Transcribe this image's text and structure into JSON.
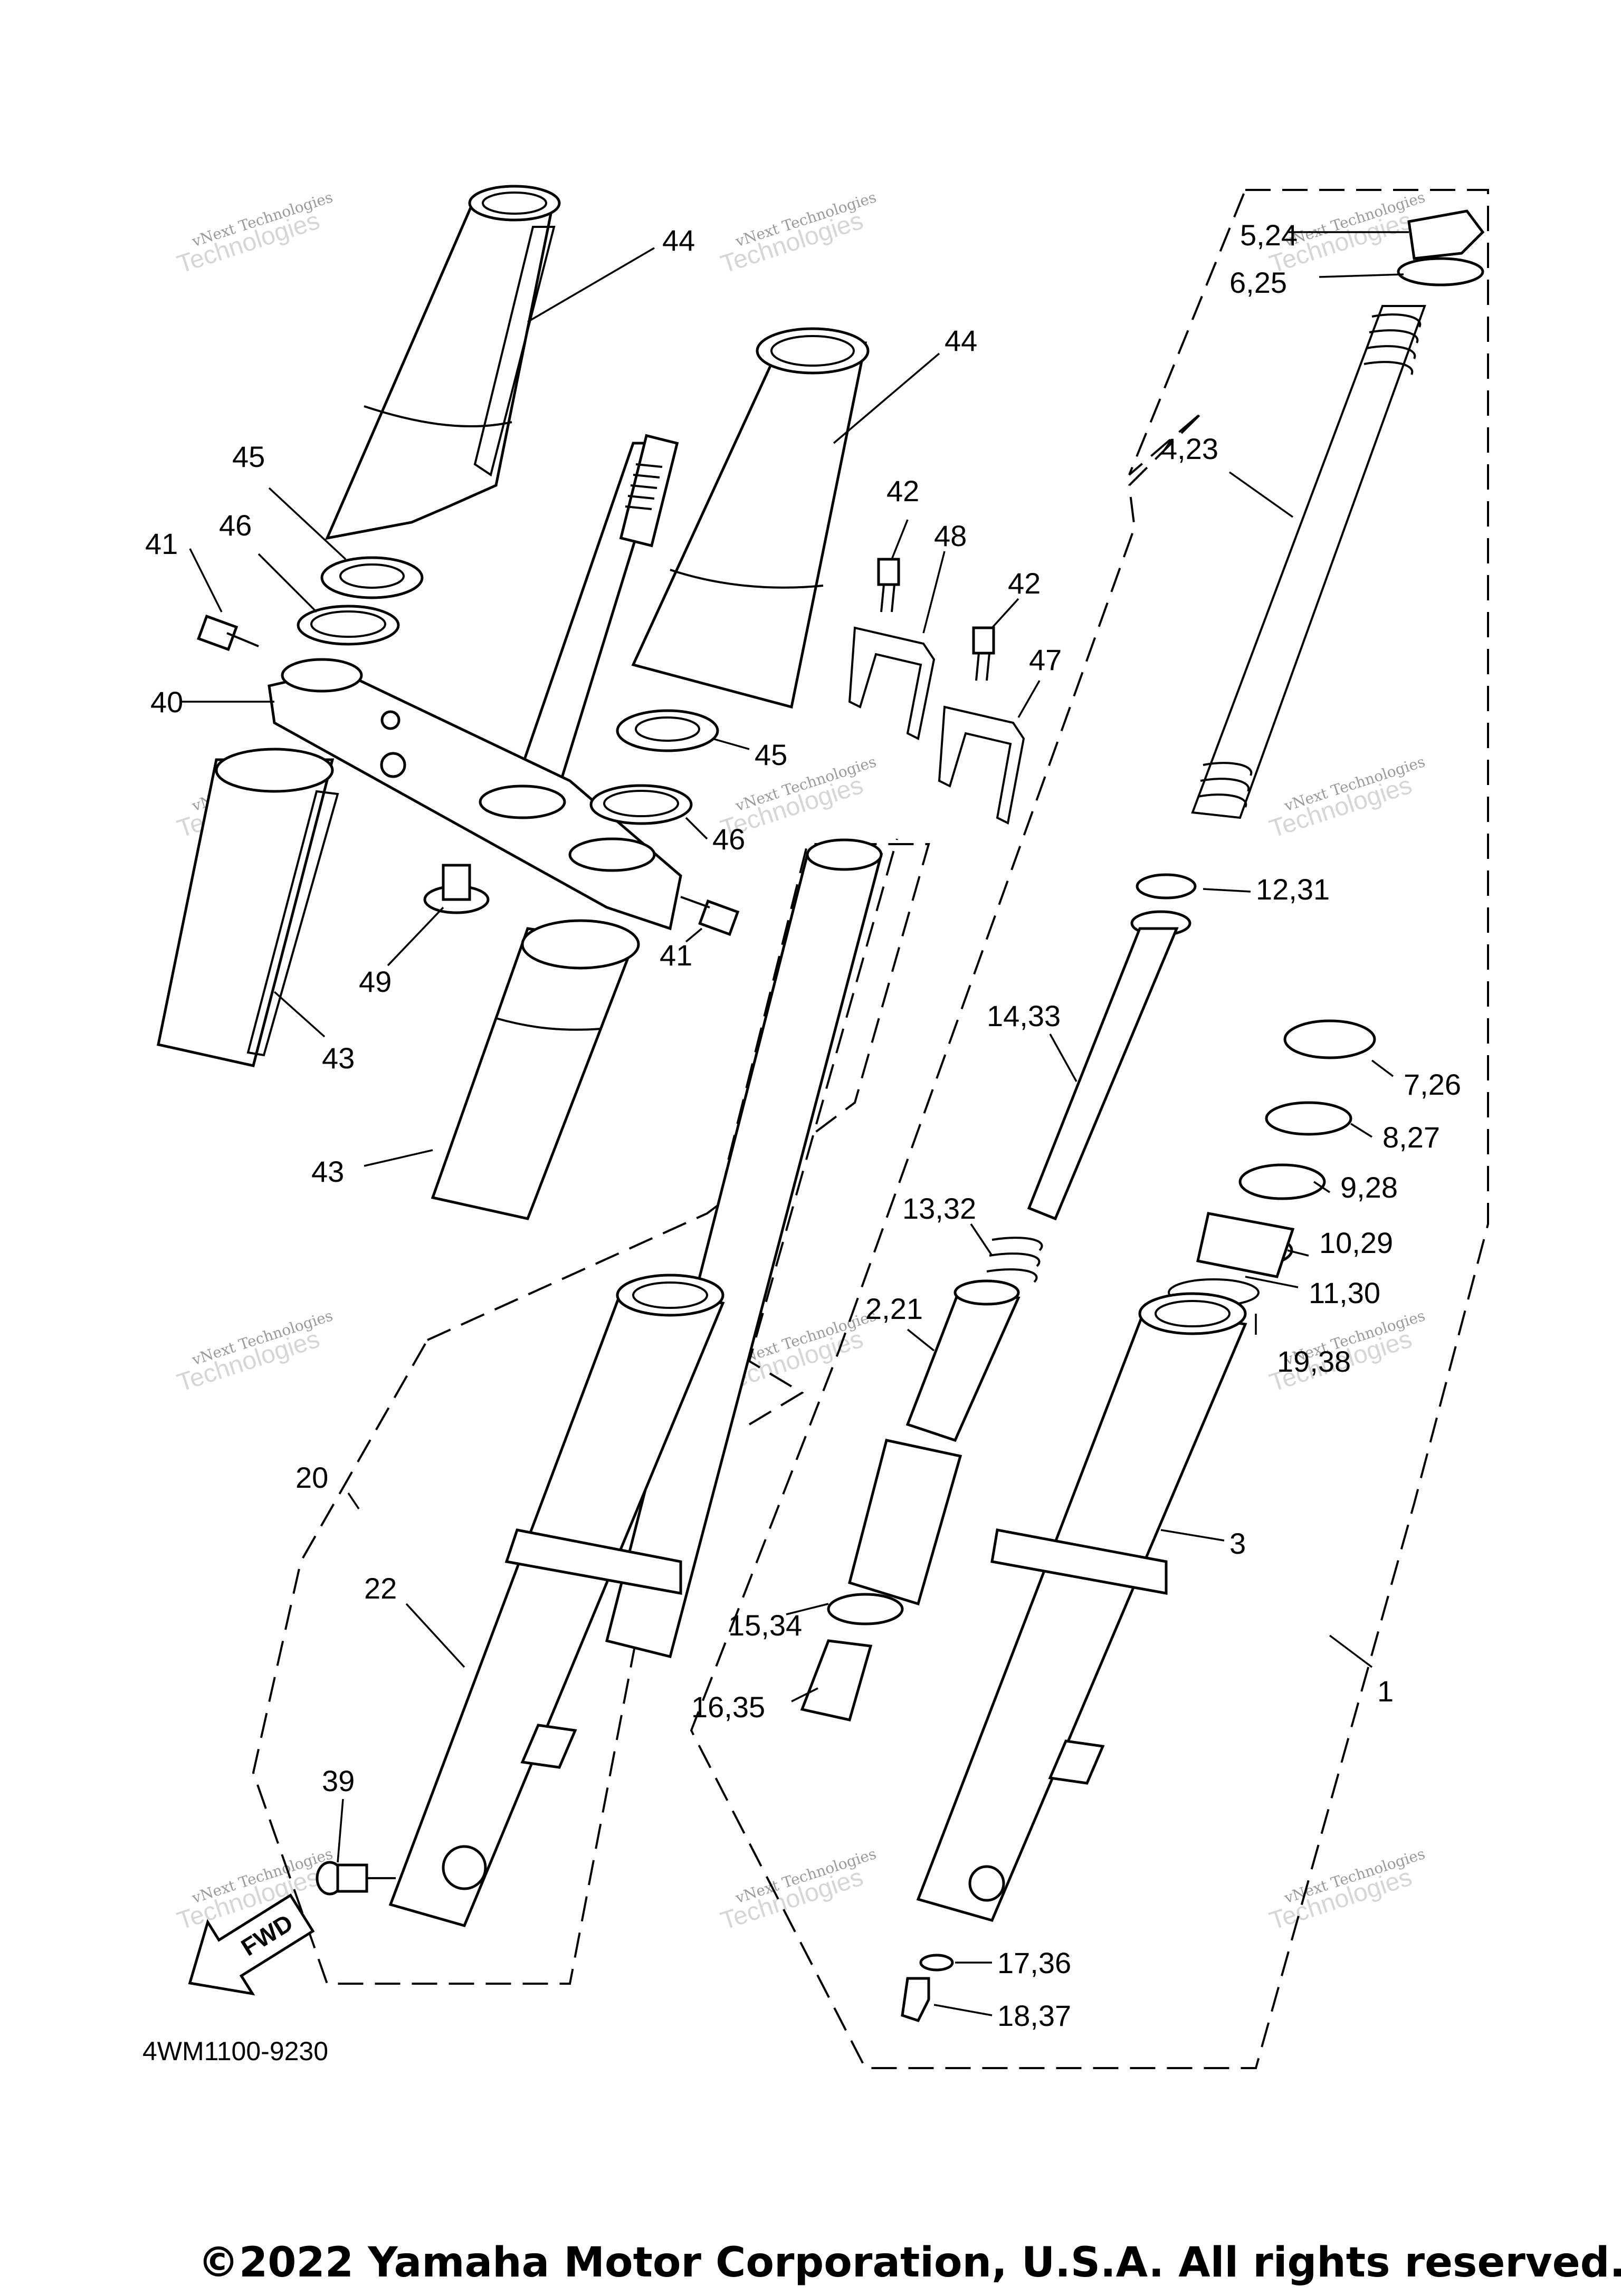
{
  "diagram": {
    "drawing_code": "4WM1100-9230",
    "copyright": "©2022 Yamaha Motor Corporation, U.S.A. All rights reserved.",
    "direction_marker": "FWD",
    "watermark": {
      "line1": "vNext Technologies",
      "line2": "Technologies"
    },
    "callouts": [
      {
        "id": "c44a",
        "text": "44"
      },
      {
        "id": "c44b",
        "text": "44"
      },
      {
        "id": "c45a",
        "text": "45"
      },
      {
        "id": "c46a",
        "text": "46"
      },
      {
        "id": "c41a",
        "text": "41"
      },
      {
        "id": "c40",
        "text": "40"
      },
      {
        "id": "c42a",
        "text": "42"
      },
      {
        "id": "c48",
        "text": "48"
      },
      {
        "id": "c42b",
        "text": "42"
      },
      {
        "id": "c47",
        "text": "47"
      },
      {
        "id": "c45b",
        "text": "45"
      },
      {
        "id": "c46b",
        "text": "46"
      },
      {
        "id": "c41b",
        "text": "41"
      },
      {
        "id": "c49",
        "text": "49"
      },
      {
        "id": "c43a",
        "text": "43"
      },
      {
        "id": "c43b",
        "text": "43"
      },
      {
        "id": "c524",
        "text": "5,24"
      },
      {
        "id": "c625",
        "text": "6,25"
      },
      {
        "id": "c423",
        "text": "4,23"
      },
      {
        "id": "c1231",
        "text": "12,31"
      },
      {
        "id": "c1433",
        "text": "14,33"
      },
      {
        "id": "c726",
        "text": "7,26"
      },
      {
        "id": "c827",
        "text": "8,27"
      },
      {
        "id": "c928",
        "text": "9,28"
      },
      {
        "id": "c1029",
        "text": "10,29"
      },
      {
        "id": "c1332",
        "text": "13,32"
      },
      {
        "id": "c1130",
        "text": "11,30"
      },
      {
        "id": "c221",
        "text": "2,21"
      },
      {
        "id": "c1938",
        "text": "19,38"
      },
      {
        "id": "c20",
        "text": "20"
      },
      {
        "id": "c3",
        "text": "3"
      },
      {
        "id": "c22",
        "text": "22"
      },
      {
        "id": "c1534",
        "text": "15,34"
      },
      {
        "id": "c1",
        "text": "1"
      },
      {
        "id": "c1635",
        "text": "16,35"
      },
      {
        "id": "c39",
        "text": "39"
      },
      {
        "id": "c1736",
        "text": "17,36"
      },
      {
        "id": "c1837",
        "text": "18,37"
      }
    ]
  }
}
